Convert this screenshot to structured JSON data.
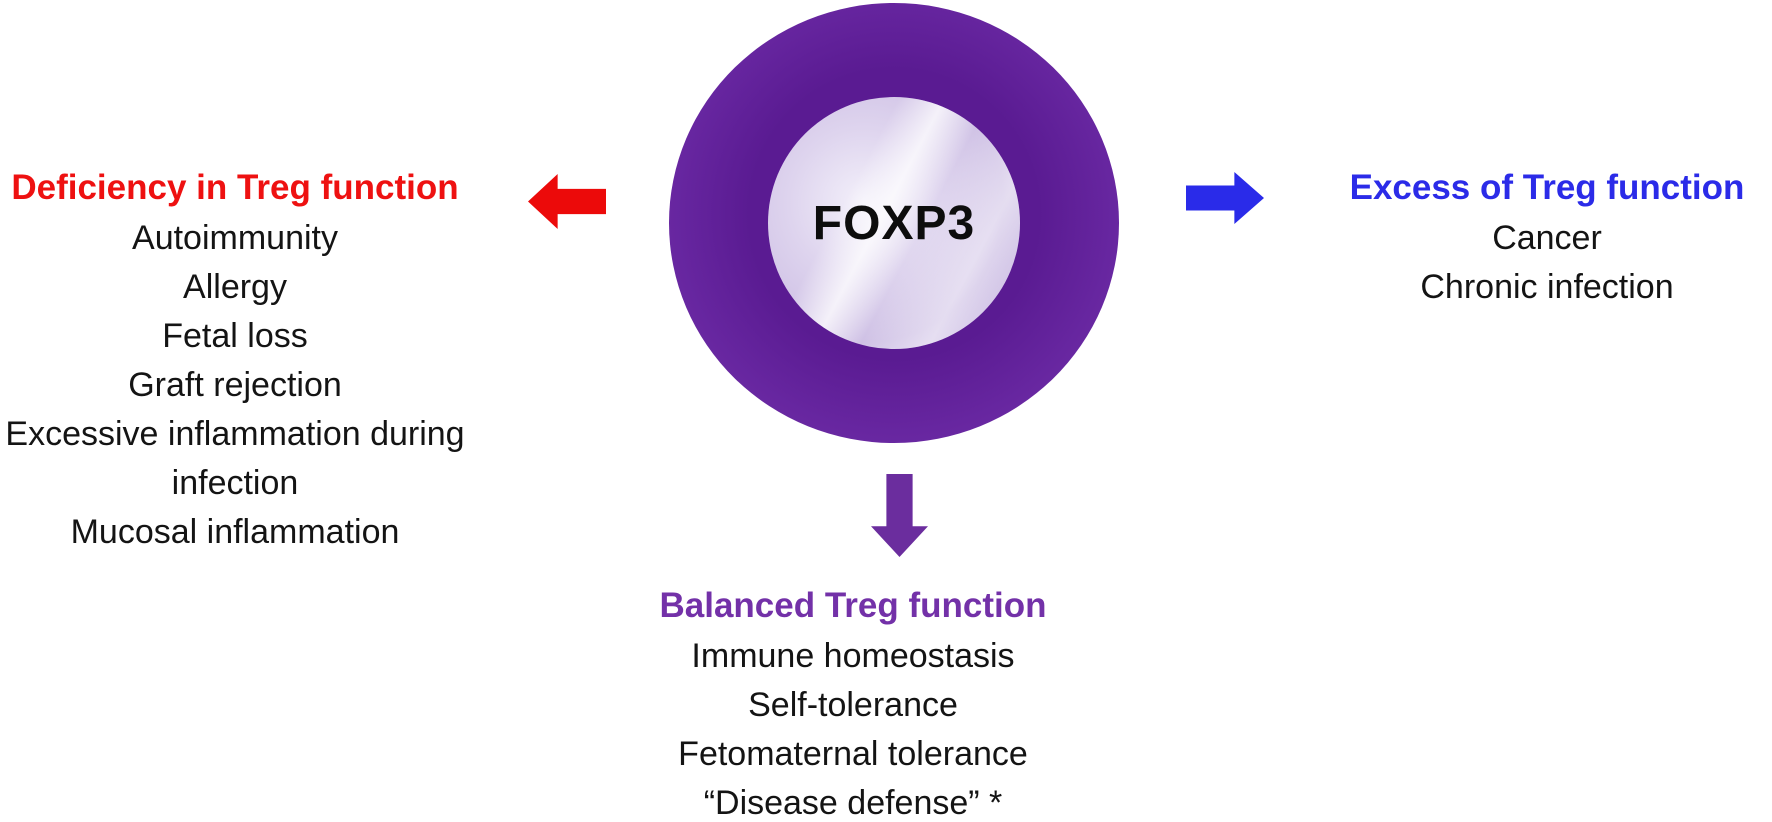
{
  "figure": {
    "center": {
      "label": "FOXP3"
    },
    "left": {
      "heading": "Deficiency in Treg function",
      "accent_color": "#ee1111",
      "items": [
        "Autoimmunity",
        "Allergy",
        "Fetal loss",
        "Graft rejection",
        "Excessive inflammation during infection",
        "Mucosal inflammation"
      ]
    },
    "right": {
      "heading": "Excess of Treg function",
      "accent_color": "#2b2be8",
      "items": [
        "Cancer",
        "Chronic infection"
      ]
    },
    "bottom": {
      "heading": "Balanced Treg function",
      "accent_color": "#7331a8",
      "items": [
        "Immune homeostasis",
        "Self-tolerance",
        "Fetomaternal tolerance",
        "“Disease defense” *"
      ]
    },
    "colors": {
      "left_arrow": "#ec0a0a",
      "right_arrow": "#2a2be9",
      "down_arrow": "#6b2d9e",
      "cell_ring": "#6726a0",
      "cell_core": "#ded4ee",
      "text": "#141414"
    }
  }
}
